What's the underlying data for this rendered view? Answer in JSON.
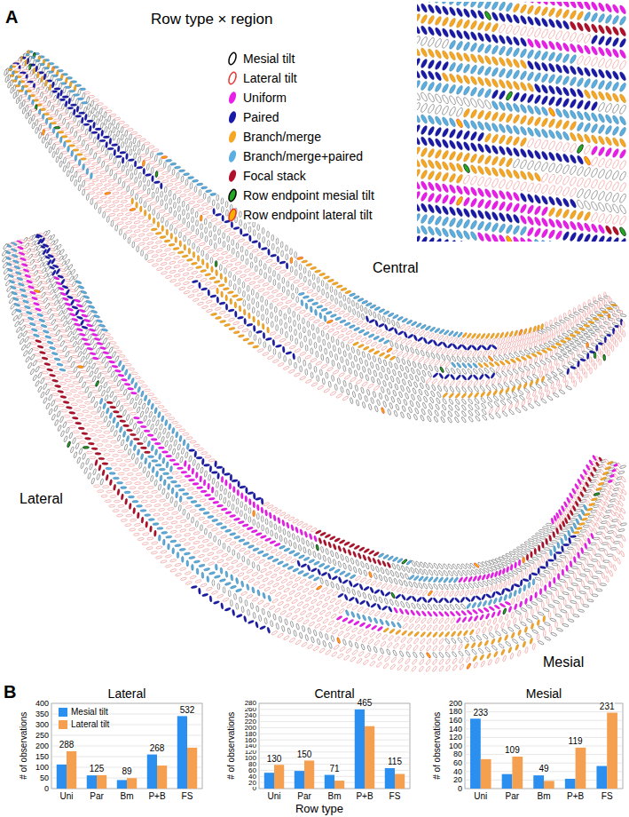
{
  "diagram": {
    "title": "Row type × region",
    "labels": [
      "A",
      "Lateral",
      "Central",
      "Mesial",
      "B",
      "Lateral",
      "Central",
      "Mesial",
      "# of observations",
      "# of observations",
      "# of observations",
      "Row type",
      "0",
      "50",
      "100",
      "150",
      "200",
      "250",
      "300",
      "350",
      "400",
      "0",
      "20",
      "40",
      "60",
      "80",
      "100",
      "120",
      "140",
      "160",
      "180",
      "200",
      "220",
      "240",
      "260",
      "280",
      "0",
      "20",
      "40",
      "60",
      "80",
      "100",
      "120",
      "140",
      "160",
      "180",
      "200",
      "Uni",
      "Par",
      "Bm",
      "P+B",
      "FS",
      "Uni",
      "Par",
      "Bm",
      "P+B",
      "FS",
      "Uni",
      "Par",
      "Bm",
      "P+B",
      "FS",
      "288",
      "125",
      "89",
      "268",
      "532",
      "130",
      "150",
      "71",
      "465",
      "115",
      "233",
      "109",
      "49",
      "119",
      "231"
    ],
    "legend": [
      {
        "text": "Mesial tilt",
        "color": "#000000"
      },
      {
        "text": "Lateral tilt",
        "color": "#e53935"
      },
      {
        "text": "Uniform",
        "color": "#e81ee8"
      },
      {
        "text": "Paired",
        "color": "#1a1aa8"
      },
      {
        "text": "Branch/merge",
        "color": "#f5a623"
      },
      {
        "text": "Branch/merge+paired",
        "color": "#5aaee0"
      },
      {
        "text": "Focal stack",
        "color": "#b0102a"
      },
      {
        "text": "Row endpoint mesial tilt",
        "color": "#22aa22"
      },
      {
        "text": "Row endpoint lateral tilt",
        "color": "#f5b000"
      },
      {
        "text": "Mesial tilt",
        "color": "#2b8fef"
      },
      {
        "text": "Lateral tilt",
        "color": "#f5a050"
      }
    ]
  }
}
